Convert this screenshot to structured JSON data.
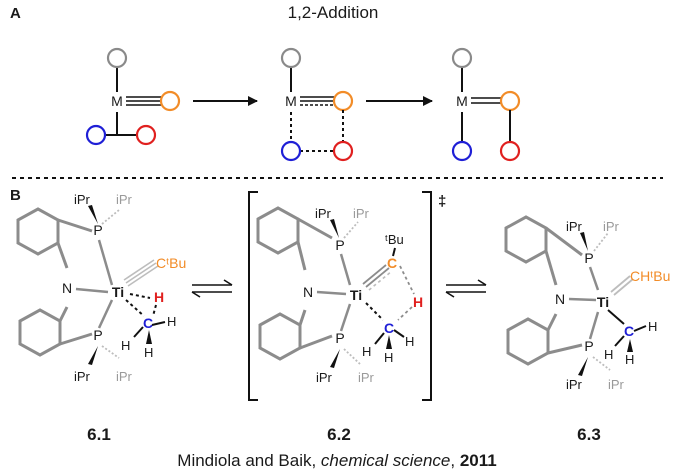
{
  "panel_a": {
    "label": "A",
    "title": "1,2-Addition",
    "metal_symbol": "M"
  },
  "panel_b": {
    "label": "B",
    "ts_mark": "‡",
    "compounds": [
      {
        "id": "6.1",
        "ti": "Ti",
        "n": "N",
        "p_top": "P",
        "p_bot": "P",
        "ipr": "iPr",
        "substituent": "CᵗBu",
        "h_red": "H",
        "c_blue": "C",
        "h": "H"
      },
      {
        "id": "6.2",
        "ti": "Ti",
        "n": "N",
        "p_top": "P",
        "p_bot": "P",
        "ipr": "iPr",
        "tbu": "ᵗBu",
        "c_orange": "C",
        "h_red": "H",
        "c_blue": "C",
        "h": "H"
      },
      {
        "id": "6.3",
        "ti": "Ti",
        "n": "N",
        "p_top": "P",
        "p_bot": "P",
        "ipr": "iPr",
        "substituent": "CHᵗBu",
        "c_blue": "C",
        "h": "H"
      }
    ]
  },
  "citation": {
    "authors": "Mindiola and Baik, ",
    "journal": "chemical science",
    "sep": ", ",
    "year": "2011"
  },
  "colors": {
    "gray_circle": "#8a8a8a",
    "orange": "#f28c28",
    "blue": "#1f1fd6",
    "red": "#e0201f",
    "bond_gray": "#8c8c8c",
    "light_gray": "#bdbdbd"
  }
}
